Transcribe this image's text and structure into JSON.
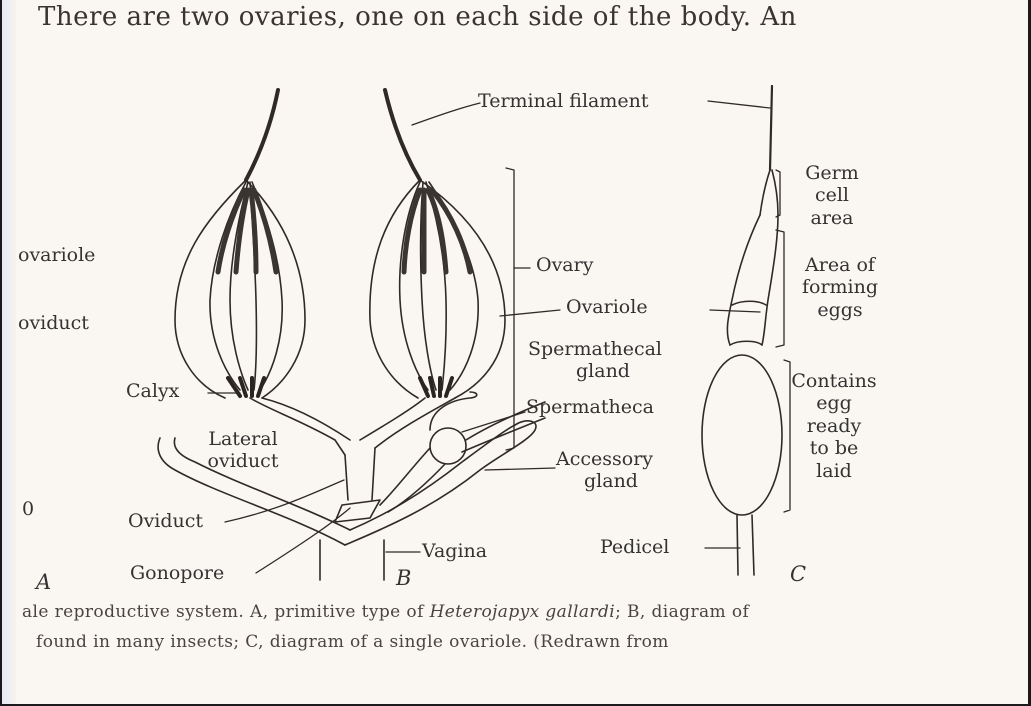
{
  "header_text": "There are two ovaries, one on each side of the body.   An",
  "margin_labels": {
    "ovariole": "ovariole",
    "oviduct": "oviduct",
    "digit": "0"
  },
  "labels": {
    "terminal_filament": "Terminal filament",
    "ovary": "Ovary",
    "ovariole": "Ovariole",
    "spermathecal_gland_line1": "Spermathecal",
    "spermathecal_gland_line2": "gland",
    "spermatheca": "Spermatheca",
    "accessory_gland_line1": "Accessory",
    "accessory_gland_line2": "gland",
    "calyx": "Calyx",
    "lateral_oviduct_line1": "Lateral",
    "lateral_oviduct_line2": "oviduct",
    "oviduct": "Oviduct",
    "gonopore": "Gonopore",
    "vagina": "Vagina",
    "pedicel": "Pedicel",
    "germ_cell_area_line1": "Germ",
    "germ_cell_area_line2": "cell",
    "germ_cell_area_line3": "area",
    "forming_eggs_line1": "Area of",
    "forming_eggs_line2": "forming",
    "forming_eggs_line3": "eggs",
    "contains_egg_line1": "Contains",
    "contains_egg_line2": "egg",
    "contains_egg_line3": "ready",
    "contains_egg_line4": "to be",
    "contains_egg_line5": "laid"
  },
  "panel_letters": {
    "a": "A",
    "b": "B",
    "c": "C"
  },
  "caption": {
    "line1_a": "ale reproductive system.   A, primitive type of ",
    "line1_species": "Heterojapyx gallardi",
    "line1_b": "; B, diagram of",
    "line2": "found in many insects; C, diagram of a single ovariole.   (Redrawn from"
  },
  "colors": {
    "paper": "#faf6f1",
    "ink": "#2a2522",
    "frame": "#1a1a1a"
  }
}
